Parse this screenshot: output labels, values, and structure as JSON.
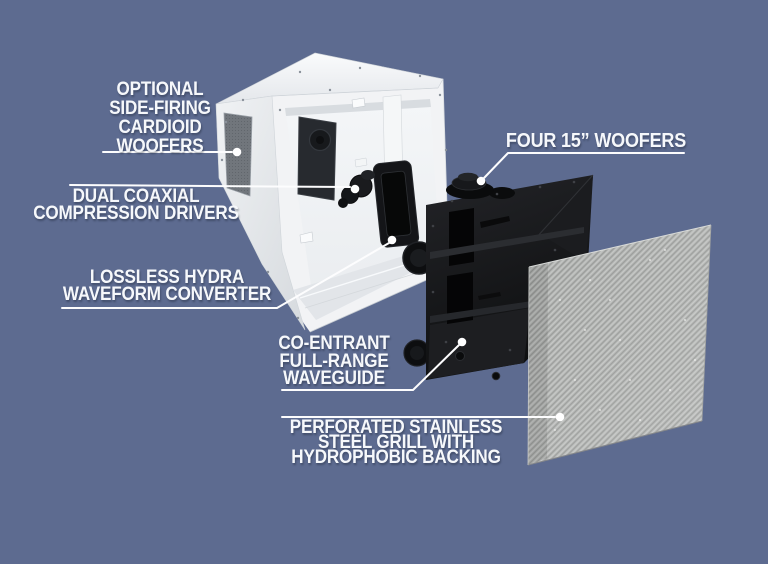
{
  "diagram": {
    "type": "exploded-speaker-diagram",
    "labels": {
      "optional_woofers": {
        "lines": [
          "OPTIONAL",
          "SIDE-FIRING",
          "CARDIOID",
          "WOOFERS"
        ]
      },
      "compression_drivers": {
        "lines": [
          "DUAL COAXIAL",
          "COMPRESSION DRIVERS"
        ]
      },
      "hydra_converter": {
        "lines": [
          "LOSSLESS HYDRA",
          "WAVEFORM CONVERTER"
        ]
      },
      "four_woofers": {
        "lines": [
          "FOUR 15” WOOFERS"
        ]
      },
      "waveguide": {
        "lines": [
          "CO-ENTRANT",
          "FULL-RANGE",
          "WAVEGUIDE"
        ]
      },
      "grill": {
        "lines": [
          "PERFORATED STAINLESS",
          "STEEL GRILL WITH",
          "HYDROPHOBIC BACKING"
        ]
      }
    },
    "colors": {
      "background": "#5d6b90",
      "label_text": "#f6f8fb",
      "callout_line": "#ffffff",
      "enclosure_white": "#f2f3f5",
      "component_black": "#131416",
      "grill_gray": "#b3b5b3",
      "mesh_gray": "#70757b"
    }
  }
}
